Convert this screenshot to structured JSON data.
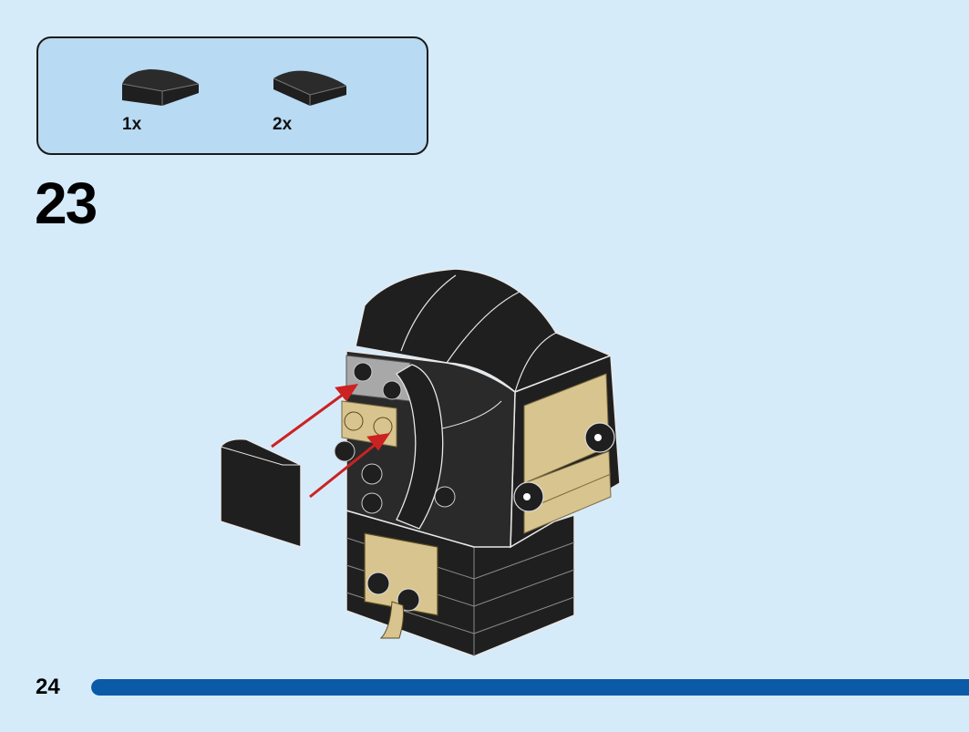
{
  "parts_list": {
    "items": [
      {
        "count": "1x",
        "part_icon": "curved-slope-brick-icon",
        "color": "#1f1f1f"
      },
      {
        "count": "2x",
        "part_icon": "curved-slope-brick-icon",
        "color": "#1f1f1f"
      }
    ]
  },
  "step": {
    "number": "23"
  },
  "page": {
    "number": "24"
  },
  "progress": {
    "fraction": 1.0,
    "color": "#0a5aa8"
  },
  "colors": {
    "background": "#d6ebfa",
    "parts_box": "#b8daf3",
    "brick_black": "#1f1f1f",
    "brick_tan": "#d8c48e",
    "brick_gray": "#a8a8a8",
    "arrow_red": "#cc2222"
  }
}
